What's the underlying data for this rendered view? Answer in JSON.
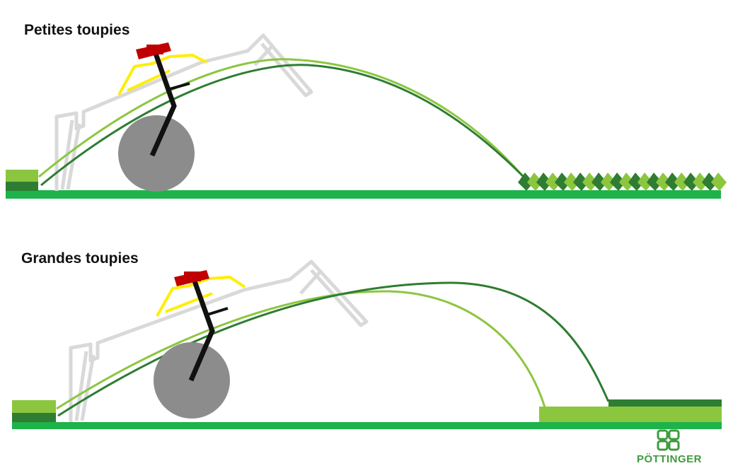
{
  "panels": [
    {
      "title": "Petites toupies"
    },
    {
      "title": "Grandes toupies"
    }
  ],
  "logo": {
    "text": "PÖTTINGER"
  },
  "colors": {
    "ground": "#1db34a",
    "dark_green": "#2e7d32",
    "light_green": "#8cc63f",
    "frame_gray": "#d9d9d9",
    "wheel": "#8c8c8c",
    "arm": "#111111",
    "hub": "#c00000",
    "tine_guard": "#ffee00"
  }
}
